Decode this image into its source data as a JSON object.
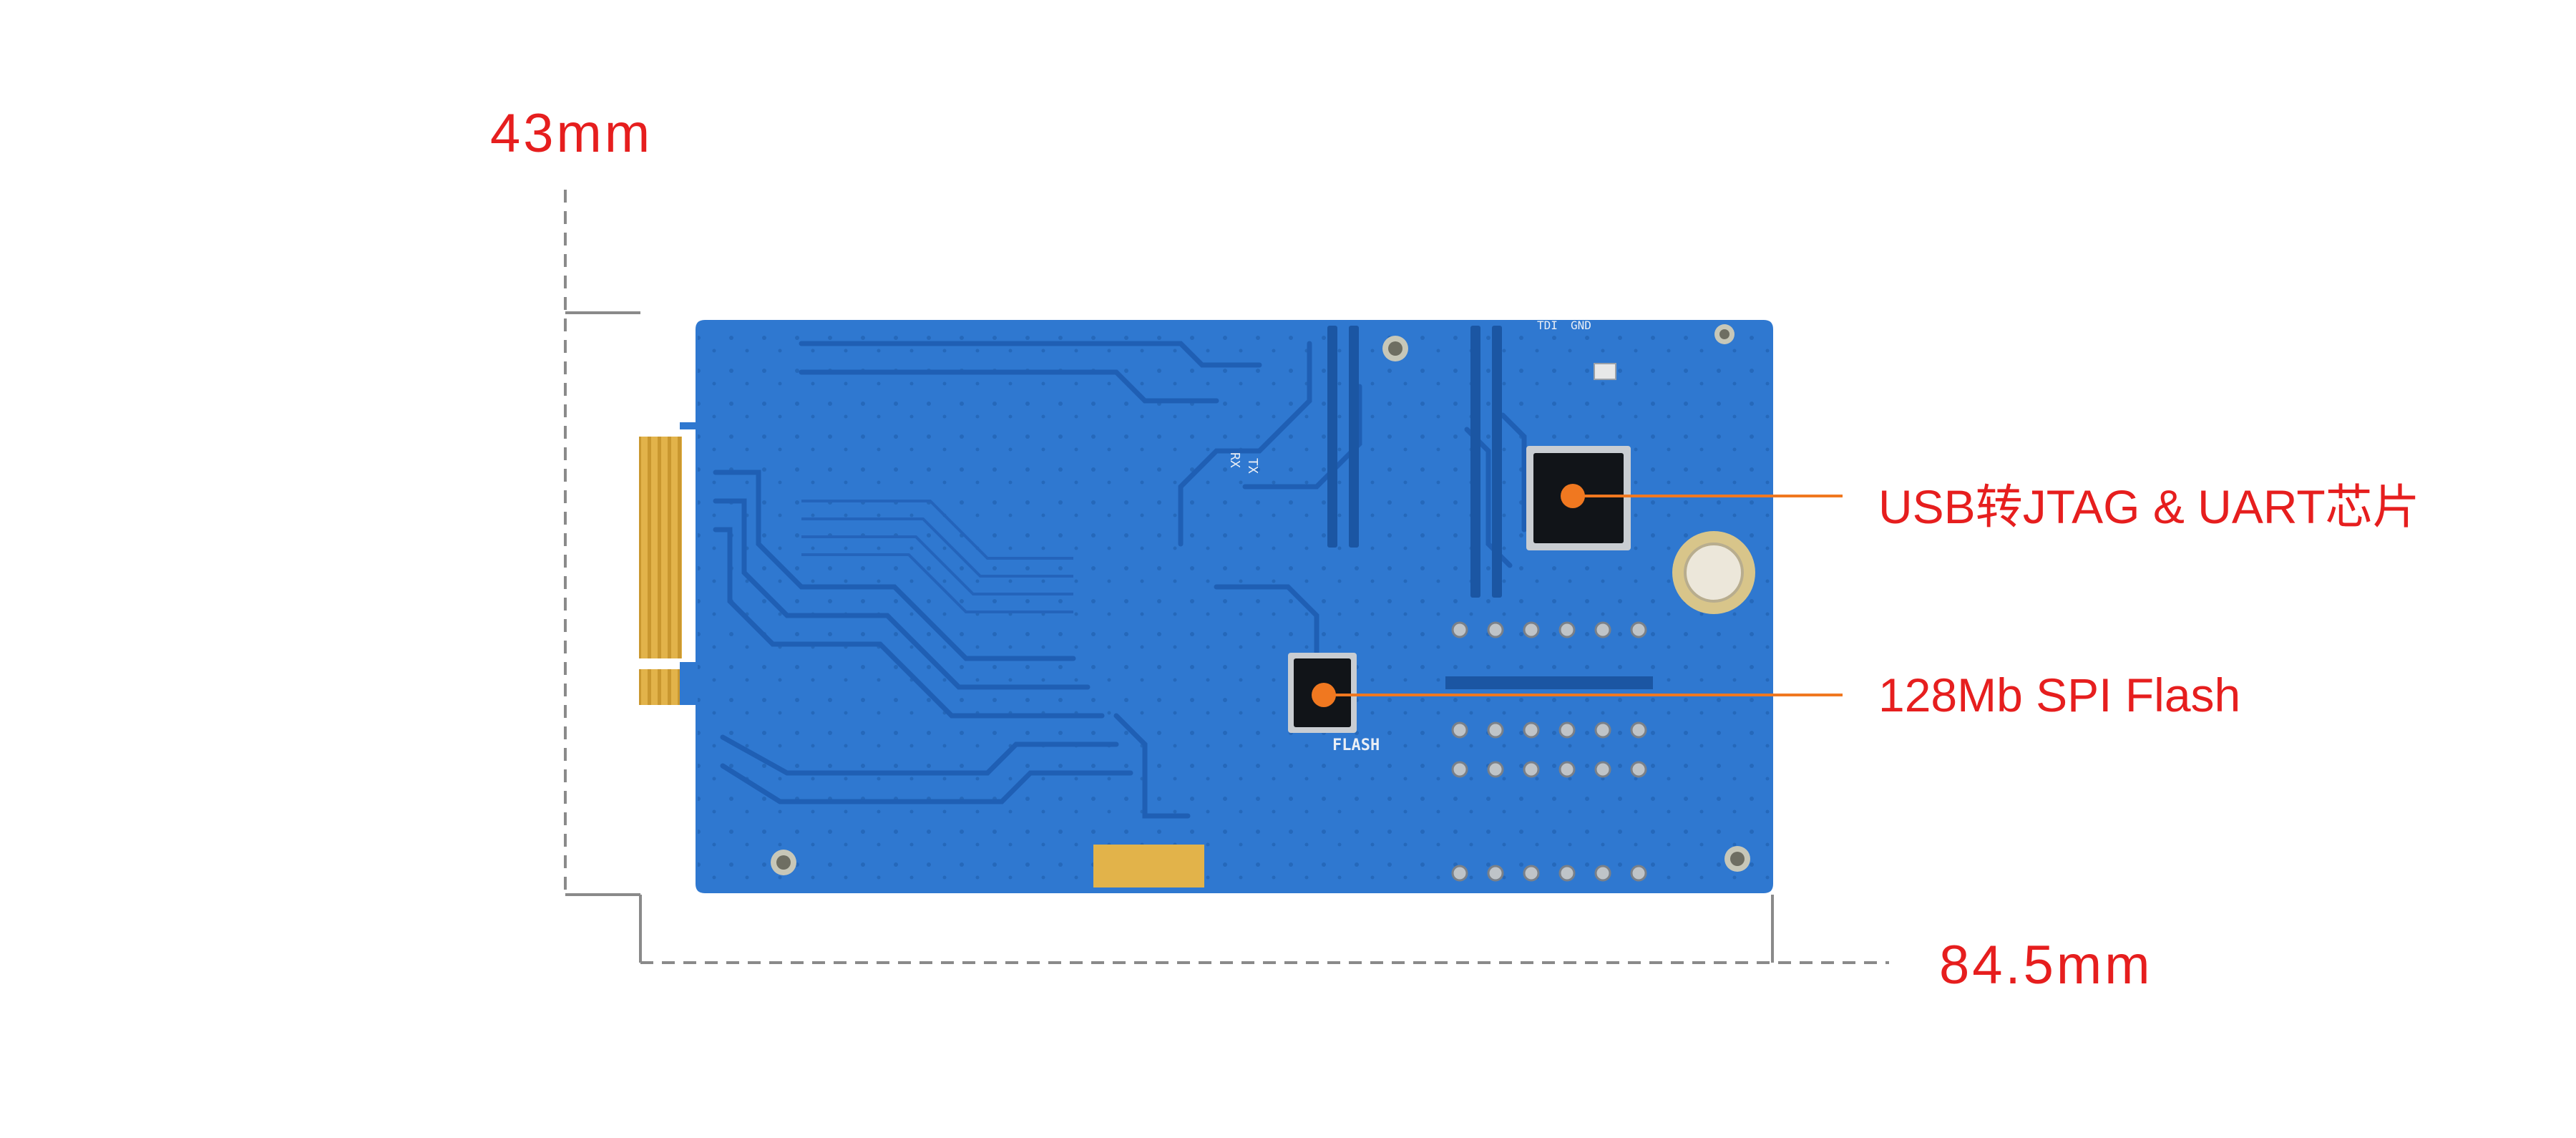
{
  "dimensions": {
    "height_label": "43mm",
    "width_label": "84.5mm"
  },
  "callouts": [
    {
      "label": "USB转JTAG & UART芯片"
    },
    {
      "label": "128Mb SPI Flash"
    }
  ],
  "board": {
    "silkscreen": {
      "rx": "RX",
      "tx": "TX",
      "flash": "FLASH",
      "tdi": "TDI",
      "gnd": "GND"
    }
  },
  "colors": {
    "accent": "#e61e1e",
    "leader": "#f07820",
    "pcb": "#2f78d0",
    "pcb_dark": "#1f5fb4",
    "gold": "#e2b34a",
    "dim_line": "#8a8a8a"
  }
}
